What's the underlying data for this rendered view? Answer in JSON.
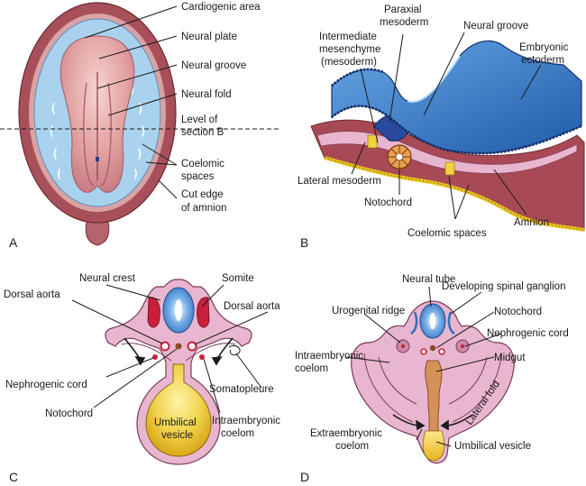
{
  "panels": {
    "a": {
      "letter": "A",
      "labels": {
        "cardiogenic": "Cardiogenic area",
        "neural_plate": "Neural plate",
        "neural_groove": "Neural groove",
        "neural_fold": "Neural fold",
        "level_1": "Level of",
        "level_2": "section B",
        "coelomic_1": "Coelomic",
        "coelomic_2": "spaces",
        "cut_1": "Cut edge",
        "cut_2": "of amnion"
      }
    },
    "b": {
      "letter": "B",
      "labels": {
        "paraxial_1": "Paraxial",
        "paraxial_2": "mesoderm",
        "intermediate_1": "Intermediate",
        "intermediate_2": "mesenchyme",
        "intermediate_3": "(mesoderm)",
        "neural_groove": "Neural groove",
        "ectoderm_1": "Embryonic",
        "ectoderm_2": "ectoderm",
        "lateral_mesoderm": "Lateral mesoderm",
        "notochord": "Notochord",
        "amnion": "Amnion",
        "coelomic": "Coelomic spaces"
      }
    },
    "c": {
      "letter": "C",
      "labels": {
        "neural_crest": "Neural crest",
        "somite": "Somite",
        "dorsal_aorta_left": "Dorsal aorta",
        "dorsal_aorta_right": "Dorsal aorta",
        "nephrogenic": "Nephrogenic cord",
        "somatopleure": "Somatopleure",
        "notochord": "Notochord",
        "umbilical_1": "Umbilical",
        "umbilical_2": "vesicle",
        "intra_1": "Intraembryonic",
        "intra_2": "coelom"
      }
    },
    "d": {
      "letter": "D",
      "labels": {
        "neural_tube": "Neural tube",
        "spinal_ganglion": "Developing spinal ganglion",
        "urogenital": "Urogenital ridge",
        "notochord": "Notochord",
        "nephrogenic": "Nephrogenic cord",
        "intra_1": "Intraembryonic",
        "intra_2": "coelom",
        "midgut": "Midgut",
        "lateral_fold": "Lateral fold",
        "extra_1": "Extraembryonic",
        "extra_2": "coelom",
        "umbilical": "Umbilical vesicle"
      }
    }
  },
  "colors": {
    "amnion_outer": "#a8505a",
    "amnion_inner": "#c98a8a",
    "cavity_blue": "#a9d2ee",
    "ectoderm_blue": "#2f6fc0",
    "neural_pink": "#e7a8a8",
    "mesoderm_pink": "#e8b6cf",
    "somite_red": "#c8203a",
    "yolk_yellow": "#e8c21c",
    "notochord_brown": "#8a4a22"
  }
}
